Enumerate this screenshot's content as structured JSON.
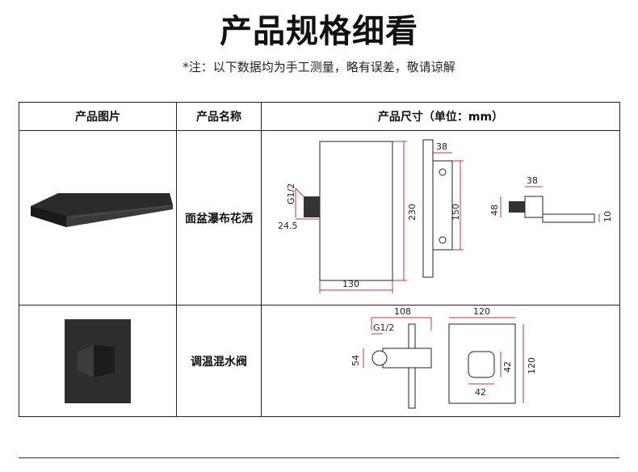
{
  "page": {
    "title": "产品规格细看",
    "note": "*注：以下数据均为手工测量，略有误差，敬请谅解"
  },
  "table": {
    "headers": [
      "产品图片",
      "产品名称",
      "产品尺寸（单位：mm）"
    ],
    "rows": [
      {
        "name": "面盆瀑布花洒",
        "dims": {
          "thread": "G1/2",
          "w130": "130",
          "h230": "230",
          "d24": "24.5",
          "s38a": "38",
          "h150": "150",
          "s38b": "38",
          "h48": "48",
          "t10": "10"
        }
      },
      {
        "name": "调温混水阀",
        "dims": {
          "w108": "108",
          "thread": "G1/2",
          "h54": "54",
          "w120": "120",
          "h120": "120",
          "h42": "42",
          "w42": "42"
        }
      }
    ]
  },
  "colors": {
    "dimension_line": "#c0392b",
    "border": "#222222",
    "product": "#2a2a2a"
  }
}
